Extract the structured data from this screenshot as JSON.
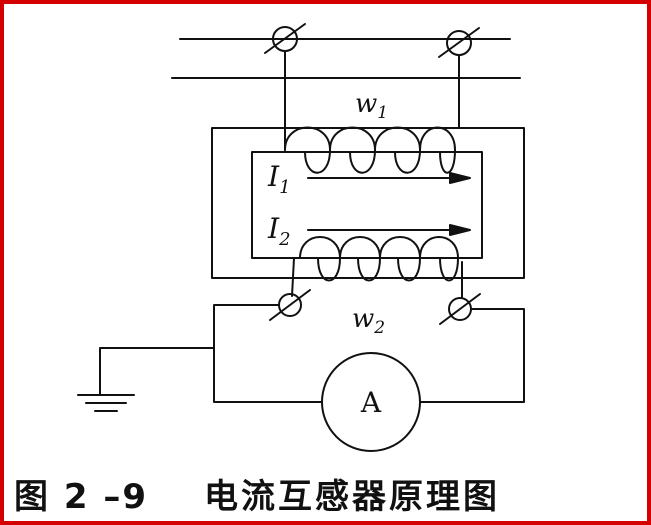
{
  "diagram": {
    "winding_primary": {
      "letter": "w",
      "subscript": "1"
    },
    "winding_secondary": {
      "letter": "w",
      "subscript": "2"
    },
    "current_primary": {
      "letter": "I",
      "subscript": "1"
    },
    "current_secondary": {
      "letter": "I",
      "subscript": "2"
    },
    "ammeter": "A"
  },
  "caption": {
    "figure_number": "图 2 –9",
    "title": "电流互感器原理图"
  },
  "colors": {
    "frame": "#d40000",
    "ink": "#111111"
  }
}
